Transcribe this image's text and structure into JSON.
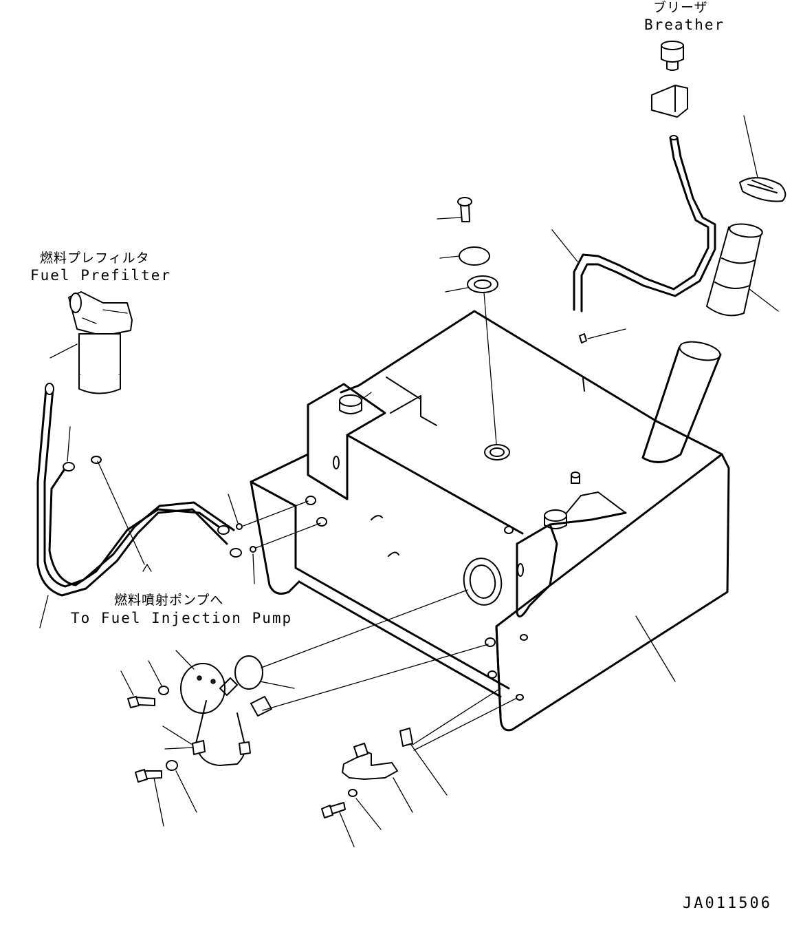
{
  "labels": {
    "breather": {
      "jp": "ブリーザ",
      "en": "Breather"
    },
    "prefilter": {
      "jp": "燃料プレフィルタ",
      "en": "Fuel Prefilter"
    },
    "injection": {
      "jp": "燃料噴射ポンプへ",
      "en": "To Fuel Injection Pump"
    }
  },
  "drawing_number": "JA011506"
}
